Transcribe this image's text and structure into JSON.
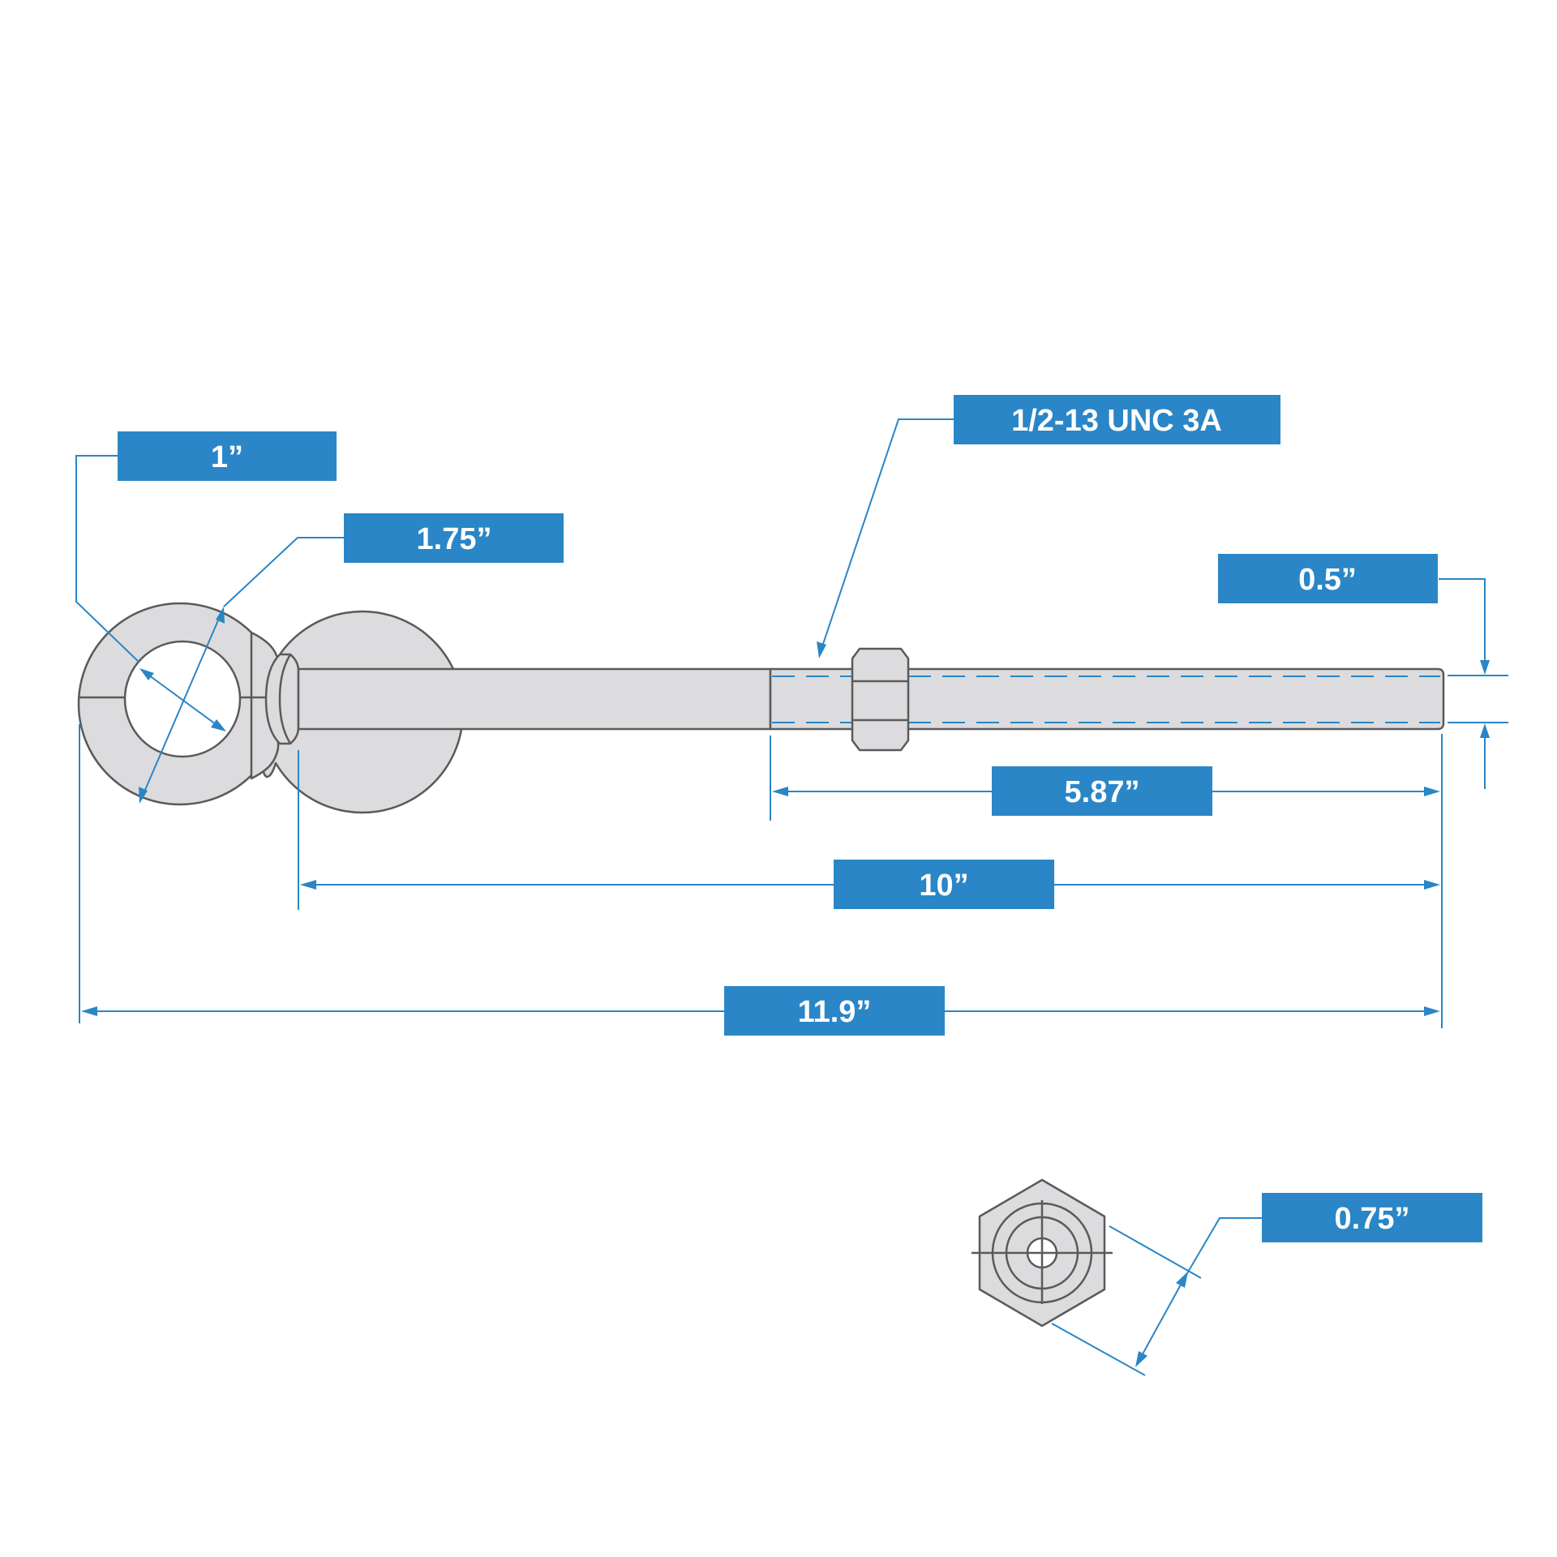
{
  "colors": {
    "accent": "#2a86c6",
    "part_fill": "#dcdcde",
    "part_stroke": "#5a5a5a",
    "background": "#ffffff"
  },
  "dimensions": {
    "eye_inner_diameter": "1”",
    "eye_outer_diameter": "1.75”",
    "thread_spec": "1/2-13 UNC 3A",
    "shank_diameter": "0.5”",
    "thread_length": "5.87”",
    "shank_length": "10”",
    "overall_length": "11.9”",
    "nut_across_flats": "0.75”"
  }
}
